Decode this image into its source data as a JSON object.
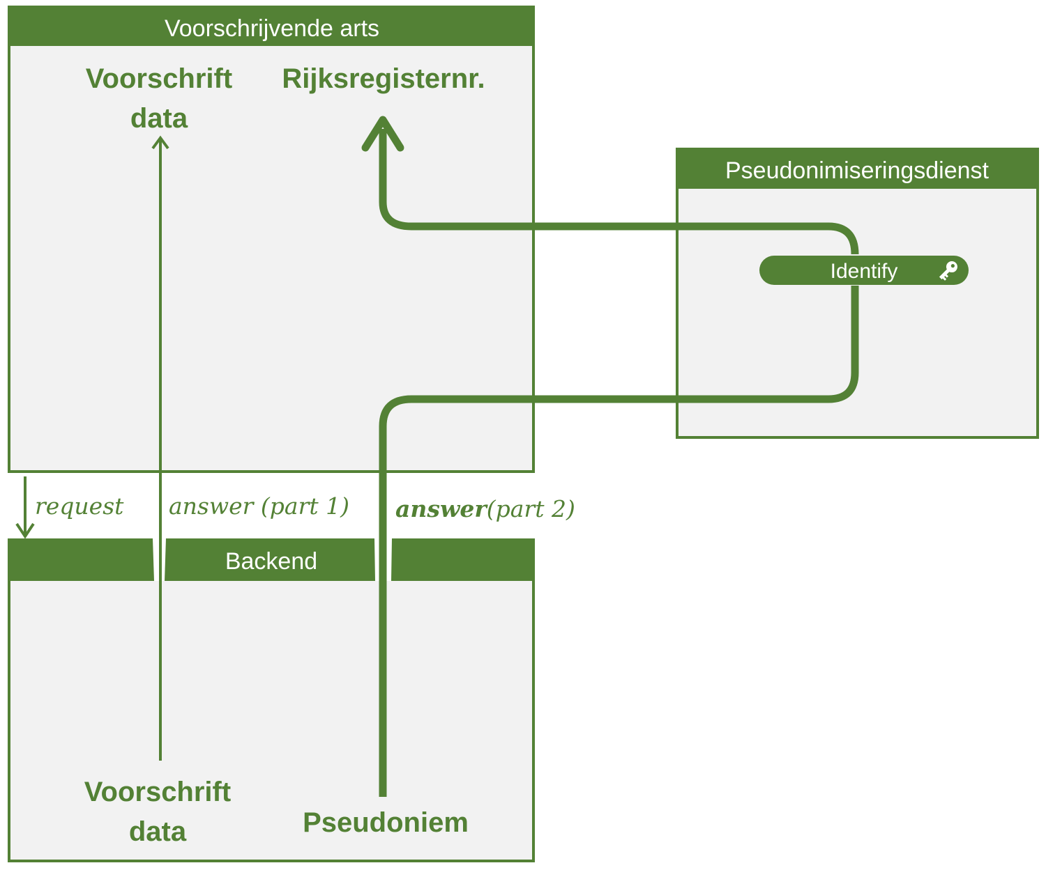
{
  "colors": {
    "accent": "#538135",
    "panel_bg": "#f2f2f2",
    "header_text": "#ffffff"
  },
  "boxes": {
    "arts": {
      "title": "Voorschrijvende arts"
    },
    "pseudo": {
      "title": "Pseudonimiseringsdienst"
    },
    "backend": {
      "title": "Backend"
    }
  },
  "arts_items": {
    "voorschrift_line1": "Voorschrift",
    "voorschrift_line2": "data",
    "rijksregister": "Rijksregisternr."
  },
  "backend_items": {
    "voorschrift_line1": "Voorschrift",
    "voorschrift_line2": "data",
    "pseudoniem": "Pseudoniem"
  },
  "flows": {
    "request": "request",
    "answer1": "answer (part 1)",
    "answer2_bold": "answer",
    "answer2_rest": "(part 2)"
  },
  "service": {
    "identify": "Identify",
    "icon": "key-icon"
  }
}
